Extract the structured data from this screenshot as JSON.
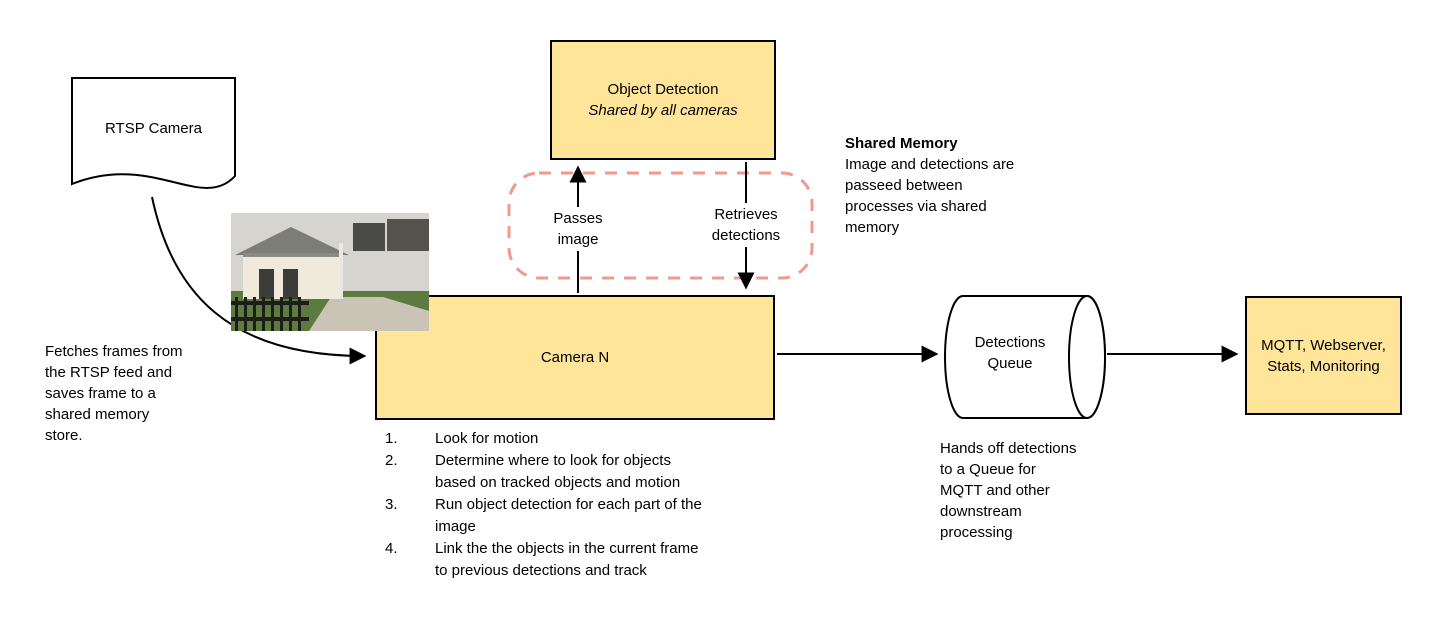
{
  "colors": {
    "box-fill": "#ffe599",
    "box-border": "#000000",
    "dashed-accent": "#f0998c",
    "arrow": "#000000",
    "canvas-bg": "#ffffff"
  },
  "nodes": {
    "rtsp_camera": {
      "label": "RTSP Camera"
    },
    "object_detection": {
      "title": "Object Detection",
      "subtitle": "Shared by all cameras"
    },
    "camera_n": {
      "label": "Camera N"
    },
    "detections_queue": {
      "label": "Detections\nQueue"
    },
    "outputs": {
      "label": "MQTT, Webserver,\nStats, Monitoring"
    }
  },
  "annotations": {
    "fetch_note": "Fetches frames from\nthe RTSP feed and\nsaves frame to a\nshared memory\nstore.",
    "passes_image": "Passes\nimage",
    "retrieves_detections": "Retrieves\ndetections",
    "shared_memory_title": "Shared Memory",
    "shared_memory_body": "Image and detections are\npasseed between\nprocesses via shared\nmemory",
    "queue_note": "Hands off detections\nto a Queue for\nMQTT and other\ndownstream\nprocessing"
  },
  "camera_steps": [
    {
      "num": "1.",
      "text": "Look for motion"
    },
    {
      "num": "2.",
      "text": "Determine where to look for objects\nbased on tracked objects and motion"
    },
    {
      "num": "3.",
      "text": "Run object detection for each part of the\nimage"
    },
    {
      "num": "4.",
      "text": "Link the the objects in the current frame\nto previous detections and track"
    }
  ]
}
